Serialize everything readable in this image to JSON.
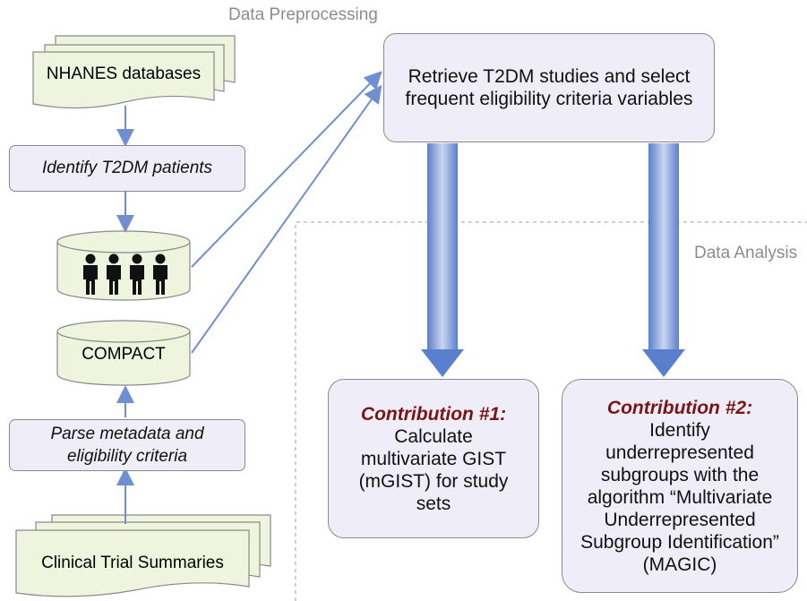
{
  "labels": {
    "data_preprocessing": "Data Preprocessing",
    "data_analysis": "Data Analysis"
  },
  "nodes": {
    "nhanes": "NHANES databases",
    "identify_t2dm": "Identify T2DM patients",
    "compact": "COMPACT",
    "parse_metadata": "Parse metadata and eligibility criteria",
    "clinical_trials": "Clinical Trial Summaries",
    "retrieve": "Retrieve T2DM studies and select frequent eligibility criteria variables"
  },
  "contribution1": {
    "heading": "Contribution #1:",
    "text": "Calculate multivariate GIST (mGIST) for study sets"
  },
  "contribution2": {
    "heading": "Contribution #2:",
    "text": "Identify underrepresented subgroups with the algorithm “Multivariate Underrepresented Subgroup Identification” (MAGIC)"
  },
  "colors": {
    "box_fill": "#efedf7",
    "doc_fill": "#eef4de",
    "arrow_blue": "#6f8fd0",
    "contribution_heading": "#7b1414"
  },
  "icons": [
    "person-icon",
    "person-icon",
    "person-icon",
    "person-icon"
  ]
}
